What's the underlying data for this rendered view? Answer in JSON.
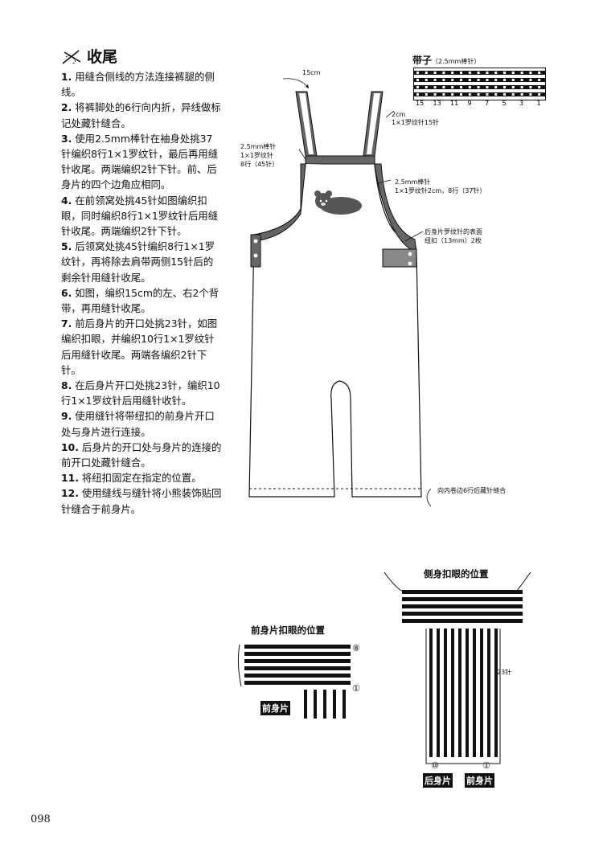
{
  "page": {
    "number": "098"
  },
  "heading": {
    "icon": "knitting-needles-icon",
    "title": "收尾"
  },
  "steps": [
    {
      "num": "1.",
      "text": "用缝合侧线的方法连接裤腿的侧线。"
    },
    {
      "num": "2.",
      "text": "将裤脚处的6行向内折，异线做标记处藏针缝合。"
    },
    {
      "num": "3.",
      "text": "使用2.5mm棒针在袖身处挑37针编织8行1×1罗纹针，最后再用缝针收尾。两端编织2针下针。前、后身片的四个边角应相同。"
    },
    {
      "num": "4.",
      "text": "在前领窝处挑45针如图编织扣眼，同时编织8行1×1罗纹针后用缝针收尾。两端编织2针下针。"
    },
    {
      "num": "5.",
      "text": "后领窝处挑45针编织8行1×1罗纹针，再将除去肩带两侧15针后的剩余针用缝针收尾。"
    },
    {
      "num": "6.",
      "text": "如图，编织15cm的左、右2个背带，再用缝针收尾。"
    },
    {
      "num": "7.",
      "text": "前后身片的开口处挑23针，如图编织扣眼，并编织10行1×1罗纹针后用缝针收尾。两端各编织2针下针。"
    },
    {
      "num": "8.",
      "text": "在后身片开口处挑23针，编织10行1×1罗纹针后用缝针收针。"
    },
    {
      "num": "9.",
      "text": "使用缝针将带纽扣的前身片开口处与身片进行连接。"
    },
    {
      "num": "10.",
      "text": "后身片的开口处与身片的连接的前开口处藏针缝合。"
    },
    {
      "num": "11.",
      "text": "将纽扣固定在指定的位置。"
    },
    {
      "num": "12.",
      "text": "使用缝线与缝针将小熊装饰贴回针缝合于前身片。"
    }
  ],
  "strap_chart": {
    "title": "带子",
    "note": "（2.5mm棒针）",
    "col_numbers": [
      "15",
      "13",
      "11",
      "9",
      "7",
      "5",
      "3",
      "1"
    ]
  },
  "overall": {
    "strap_length": "15cm",
    "strap_width": "2cm",
    "strap_rib": "1×1罗纹针15针",
    "neck_needle": "2.5mm棒针",
    "neck_rib": "1×1罗纹针",
    "neck_rows": "8行（45针）",
    "arm_needle": "2.5mm棒针",
    "arm_rib": "1×1罗纹针2cm，8行（37针）",
    "button_note_1": "后身片罗纹针的表面",
    "button_note_2": "纽扣（13mm）2枚",
    "hem_note": "向内卷边6行后藏针缝合"
  },
  "front_chart": {
    "title": "前身片扣眼的位置",
    "row_top": "⑧",
    "row_bottom": "①",
    "label": "前身片"
  },
  "side_chart": {
    "title": "侧身扣眼的位置",
    "stitches": "23针",
    "col_left": "⑩",
    "col_right": "①",
    "label_back": "后身片",
    "label_front": "前身片"
  }
}
